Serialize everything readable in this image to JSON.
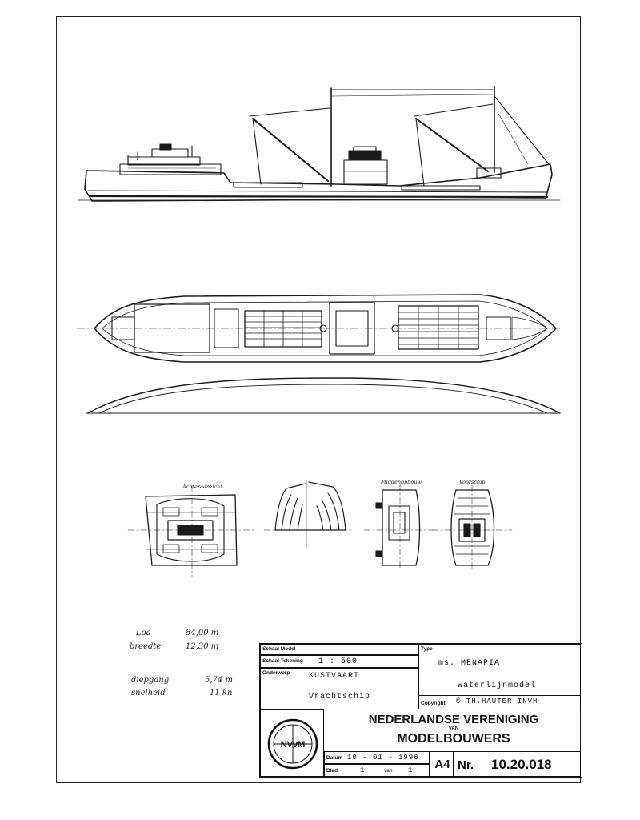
{
  "specs": {
    "loa_label": "Loa",
    "loa_value": "84,00 m",
    "breedte_label": "breedte",
    "breedte_value": "12,30 m",
    "diepgang_label": "diepgang",
    "diepgang_value": "5,74 m",
    "snelheid_label": "snelheid",
    "snelheid_value": "11 kn"
  },
  "views": {
    "achter_label": "Achteraanzicht",
    "midden_label": "Middenopbouw",
    "voor_label": "Voorschip"
  },
  "title_block": {
    "schaal_model_label": "Schaal Model",
    "schaal_model_value": "",
    "schaal_tekening_label": "Schaal Tekening",
    "schaal_tekening_value": "1 : 500",
    "onderwerp_label": "Onderwerp",
    "onderwerp_value1": "KUSTVAART",
    "onderwerp_value2": "Vrachtschip",
    "type_label": "Type",
    "type_value": "ms. MENAPIA",
    "model_type": "Waterlijnmodel",
    "copyright_label": "Copyright",
    "copyright_value": "© TH.HAUTER INVH",
    "org_line1": "NEDERLANDSE VERENIGING",
    "org_van": "VAN",
    "org_line2": "MODELBOUWERS",
    "logo_letters": "NVvM",
    "datum_label": "Datum",
    "datum_value": "10 - 01 - 1996",
    "blad_label": "Blad",
    "blad_value": "1",
    "van_label": "van",
    "van_value": "1",
    "format": "A4",
    "nr_label": "Nr.",
    "nr_value": "10.20.018"
  }
}
